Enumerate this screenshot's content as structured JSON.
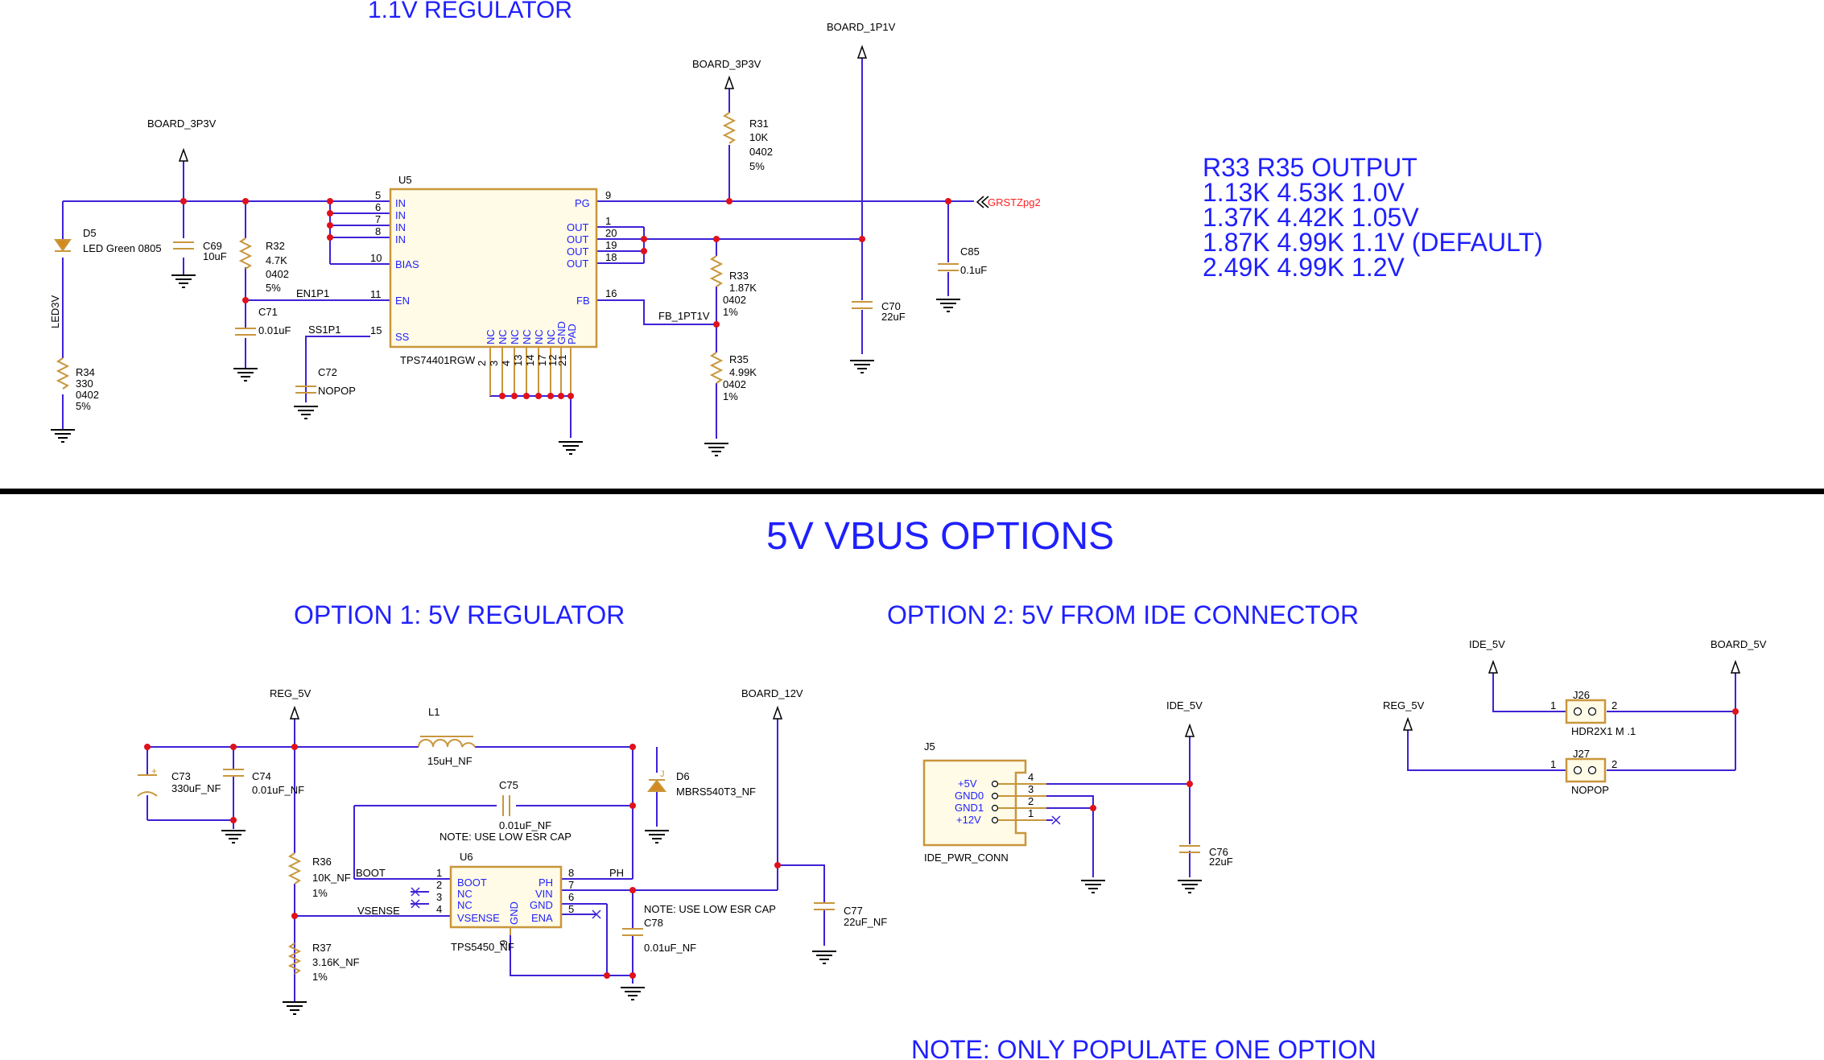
{
  "colors": {
    "wire": "#3d22d6",
    "pin": "#c8963c",
    "junction": "#e0101c",
    "title": "#1f1fff",
    "offpage": "#ff2020"
  },
  "titles": {
    "reg11": "1.1V REGULATOR",
    "vbus": "5V VBUS OPTIONS",
    "opt1": "OPTION 1:  5V REGULATOR",
    "opt2": "OPTION 2:  5V FROM IDE CONNECTOR",
    "note": "NOTE:  ONLY POPULATE ONE OPTION"
  },
  "table": {
    "header": "R33  R35  OUTPUT",
    "rows": [
      "1.13K  4.53K  1.0V",
      "1.37K  4.42K  1.05V",
      "1.87K  4.99K  1.1V (DEFAULT)",
      "2.49K  4.99K  1.2V"
    ]
  },
  "rails": {
    "board_3p3v": "BOARD_3P3V",
    "board_1p1v": "BOARD_1P1V",
    "reg_5v": "REG_5V",
    "board_12v": "BOARD_12V",
    "ide_5v": "IDE_5V",
    "board_5v": "BOARD_5V"
  },
  "nets": {
    "en1p1": "EN1P1",
    "ss1p1": "SS1P1",
    "fb_1pt1v": "FB_1PT1V",
    "grstzpg2": "GRSTZpg2",
    "led3v": "LED3V",
    "boot": "BOOT",
    "ph": "PH",
    "vsense": "VSENSE"
  },
  "u5": {
    "ref": "U5",
    "part": "TPS74401RGW",
    "left_pins": [
      {
        "num": "5",
        "name": "IN"
      },
      {
        "num": "6",
        "name": "IN"
      },
      {
        "num": "7",
        "name": "IN"
      },
      {
        "num": "8",
        "name": "IN"
      },
      {
        "num": "10",
        "name": "BIAS"
      },
      {
        "num": "11",
        "name": "EN"
      },
      {
        "num": "15",
        "name": "SS"
      }
    ],
    "right_pins": [
      {
        "num": "9",
        "name": "PG"
      },
      {
        "num": "1",
        "name": "OUT"
      },
      {
        "num": "20",
        "name": "OUT"
      },
      {
        "num": "19",
        "name": "OUT"
      },
      {
        "num": "18",
        "name": "OUT"
      },
      {
        "num": "16",
        "name": "FB"
      }
    ],
    "bottom_pins": [
      {
        "num": "2",
        "name": "NC"
      },
      {
        "num": "3",
        "name": "NC"
      },
      {
        "num": "4",
        "name": "NC"
      },
      {
        "num": "13",
        "name": "NC"
      },
      {
        "num": "14",
        "name": "NC"
      },
      {
        "num": "17",
        "name": "NC"
      },
      {
        "num": "12",
        "name": "GND"
      },
      {
        "num": "21",
        "name": "PAD"
      }
    ]
  },
  "u6": {
    "ref": "U6",
    "part": "TPS5450_NF",
    "left_pins": [
      {
        "num": "1",
        "name": "BOOT"
      },
      {
        "num": "2",
        "name": "NC"
      },
      {
        "num": "3",
        "name": "NC"
      },
      {
        "num": "4",
        "name": "VSENSE"
      }
    ],
    "right_pins": [
      {
        "num": "8",
        "name": "PH"
      },
      {
        "num": "7",
        "name": "VIN"
      },
      {
        "num": "6",
        "name": "GND"
      },
      {
        "num": "5",
        "name": "ENA"
      }
    ],
    "bottom_pin": {
      "num": "9",
      "name": "GND"
    }
  },
  "parts": {
    "d5": {
      "ref": "D5",
      "value": "LED Green 0805"
    },
    "r34": {
      "ref": "R34",
      "value": "330",
      "size": "0402",
      "tol": "5%"
    },
    "c69": {
      "ref": "C69",
      "value": "10uF"
    },
    "r32": {
      "ref": "R32",
      "value": "4.7K",
      "size": "0402",
      "tol": "5%"
    },
    "c71": {
      "ref": "C71",
      "value": "0.01uF"
    },
    "c72": {
      "ref": "C72",
      "value": "NOPOP"
    },
    "r31": {
      "ref": "R31",
      "value": "10K",
      "size": "0402",
      "tol": "5%"
    },
    "r33": {
      "ref": "R33",
      "value": "1.87K",
      "size": "0402",
      "tol": "1%"
    },
    "r35": {
      "ref": "R35",
      "value": "4.99K",
      "size": "0402",
      "tol": "1%"
    },
    "c70": {
      "ref": "C70",
      "value": "22uF"
    },
    "c85": {
      "ref": "C85",
      "value": "0.1uF"
    },
    "l1": {
      "ref": "L1",
      "value": "15uH_NF"
    },
    "c73": {
      "ref": "C73",
      "value": "330uF_NF"
    },
    "c74": {
      "ref": "C74",
      "value": "0.01uF_NF"
    },
    "c75": {
      "ref": "C75",
      "value": "0.01uF_NF"
    },
    "d6": {
      "ref": "D6",
      "value": "MBRS540T3_NF"
    },
    "r36": {
      "ref": "R36",
      "value": "10K_NF",
      "tol": "1%"
    },
    "r37": {
      "ref": "R37",
      "value": "3.16K_NF",
      "tol": "1%"
    },
    "c77": {
      "ref": "C77",
      "value": "22uF_NF"
    },
    "c78": {
      "ref": "C78",
      "value": "0.01uF_NF"
    },
    "c76": {
      "ref": "C76",
      "value": "22uF"
    },
    "j5": {
      "ref": "J5",
      "value": "IDE_PWR_CONN",
      "pins": [
        {
          "num": "4",
          "name": "+5V"
        },
        {
          "num": "3",
          "name": "GND0"
        },
        {
          "num": "2",
          "name": "GND1"
        },
        {
          "num": "1",
          "name": "+12V"
        }
      ]
    },
    "j26": {
      "ref": "J26",
      "value": "HDR2X1 M .1",
      "pin1": "1",
      "pin2": "2"
    },
    "j27": {
      "ref": "J27",
      "value": "NOPOP",
      "pin1": "1",
      "pin2": "2"
    }
  },
  "notes": {
    "low_esr_1": "NOTE: USE LOW ESR CAP",
    "low_esr_2": "NOTE: USE LOW ESR CAP"
  }
}
